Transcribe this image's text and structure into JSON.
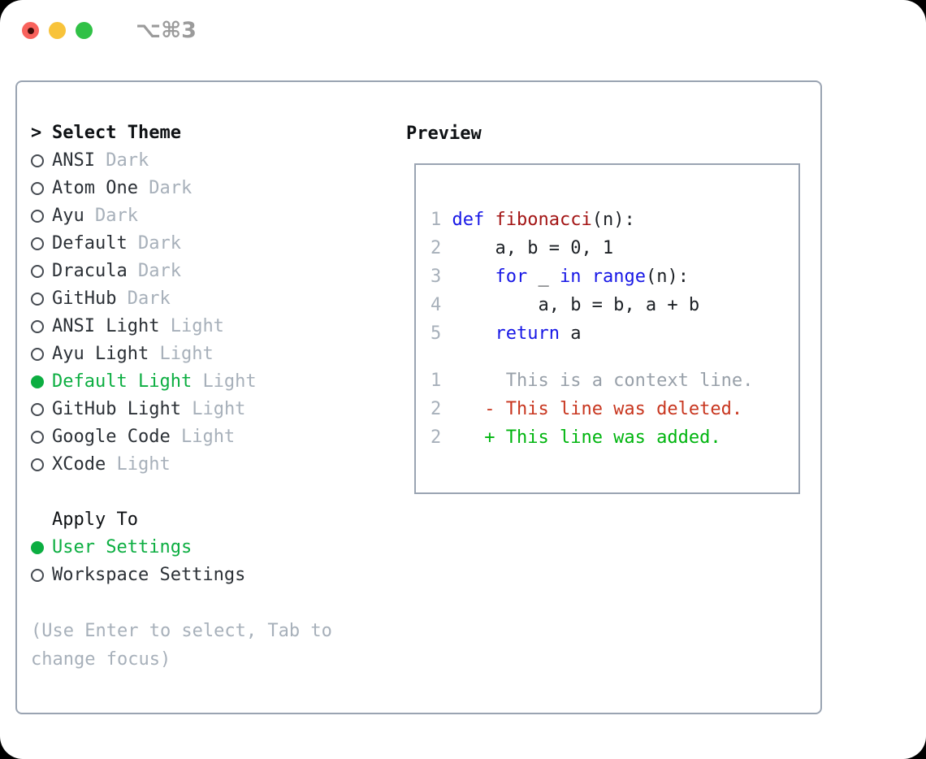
{
  "window": {
    "title": "⌥⌘3"
  },
  "theme_list": {
    "cursor": ">",
    "heading": "Select Theme",
    "themes": [
      {
        "name": "ANSI",
        "variant": "Dark",
        "selected": false
      },
      {
        "name": "Atom One",
        "variant": "Dark",
        "selected": false
      },
      {
        "name": "Ayu",
        "variant": "Dark",
        "selected": false
      },
      {
        "name": "Default",
        "variant": "Dark",
        "selected": false
      },
      {
        "name": "Dracula",
        "variant": "Dark",
        "selected": false
      },
      {
        "name": "GitHub",
        "variant": "Dark",
        "selected": false
      },
      {
        "name": "ANSI Light",
        "variant": "Light",
        "selected": false
      },
      {
        "name": "Ayu Light",
        "variant": "Light",
        "selected": false
      },
      {
        "name": "Default Light",
        "variant": "Light",
        "selected": true
      },
      {
        "name": "GitHub Light",
        "variant": "Light",
        "selected": false
      },
      {
        "name": "Google Code",
        "variant": "Light",
        "selected": false
      },
      {
        "name": "XCode",
        "variant": "Light",
        "selected": false
      }
    ]
  },
  "apply_to": {
    "heading": "Apply To",
    "options": [
      {
        "label": "User Settings",
        "selected": true
      },
      {
        "label": "Workspace Settings",
        "selected": false
      }
    ]
  },
  "help_lines": [
    "(Use Enter to select, Tab to",
    "change focus)"
  ],
  "preview": {
    "heading": "Preview",
    "code_lines": [
      {
        "num": "1",
        "tokens": [
          {
            "text": "def",
            "color": "keyword"
          },
          {
            "text": " ",
            "color": "plain"
          },
          {
            "text": "fibonacci",
            "color": "function"
          },
          {
            "text": "(n):",
            "color": "plain"
          }
        ]
      },
      {
        "num": "2",
        "tokens": [
          {
            "text": "    a, b = 0, 1",
            "color": "plain"
          }
        ]
      },
      {
        "num": "3",
        "tokens": [
          {
            "text": "    ",
            "color": "plain"
          },
          {
            "text": "for",
            "color": "keyword"
          },
          {
            "text": " _ ",
            "color": "plain"
          },
          {
            "text": "in",
            "color": "keyword"
          },
          {
            "text": " ",
            "color": "plain"
          },
          {
            "text": "range",
            "color": "keyword"
          },
          {
            "text": "(n):",
            "color": "plain"
          }
        ]
      },
      {
        "num": "4",
        "tokens": [
          {
            "text": "        a, b = b, a + b",
            "color": "plain"
          }
        ]
      },
      {
        "num": "5",
        "tokens": [
          {
            "text": "    ",
            "color": "plain"
          },
          {
            "text": "return",
            "color": "keyword"
          },
          {
            "text": " a",
            "color": "plain"
          }
        ]
      }
    ],
    "diff_lines": [
      {
        "num": "1",
        "marker": " ",
        "text": "This is a context line.",
        "kind": "context"
      },
      {
        "num": "2",
        "marker": "-",
        "text": "This line was deleted.",
        "kind": "deleted"
      },
      {
        "num": "2",
        "marker": "+",
        "text": "This line was added.",
        "kind": "added"
      }
    ]
  },
  "colors": {
    "accent_green": "#0cae41",
    "diff_green": "#00b50f",
    "diff_red": "#c8361f",
    "kw_blue": "#1717e6",
    "fn_red": "#a31515",
    "code_text": "#1c2025",
    "item_text": "#2b3036",
    "heading": "#0e1114",
    "muted": "#a7b0ba",
    "ln_gray": "#a7b0ba",
    "context_gray": "#98a0a9",
    "border_gray": "#9aa4b2",
    "radio_ring": "#454a51",
    "title_gray": "#9b9b9b",
    "tl_red": "#f8625c",
    "tl_red_core": "#420d09",
    "tl_yellow": "#f8c33a",
    "tl_green": "#30c146"
  }
}
